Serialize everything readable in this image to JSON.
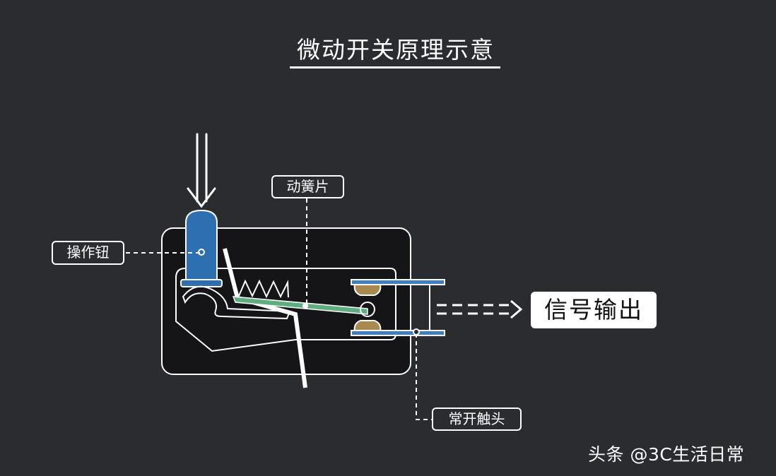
{
  "title": "微动开关原理示意",
  "labels": {
    "operating_button": "操作钮",
    "reed": "动簧片",
    "normally_open_contact": "常开触头",
    "signal_output": "信号输出"
  },
  "watermark": "头条 @3C生活日常",
  "colors": {
    "background": "#2b2c2f",
    "button": "#2d6fb0",
    "reed": "#5fae7f",
    "contact": "#a88a4e",
    "terminal": "#3f7fc1",
    "line": "#ffffff"
  }
}
